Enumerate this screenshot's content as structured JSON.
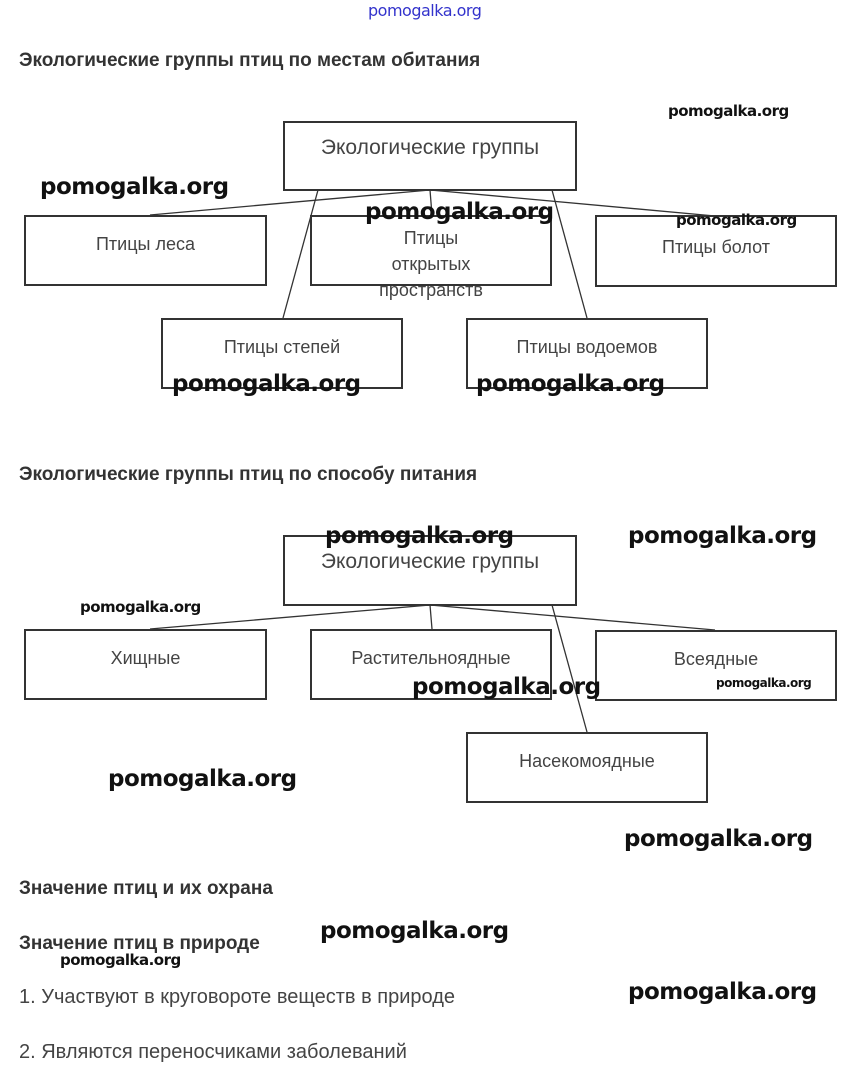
{
  "watermark_text": "pomogalka.org",
  "watermarks": [
    "pomogalka.org",
    "pomogalka.org",
    "pomogalka.org",
    "pomogalka.org",
    "pomogalka.org",
    "pomogalka.org",
    "pomogalka.org",
    "pomogalka.org",
    "pomogalka.org",
    "pomogalka.org",
    "pomogalka.org",
    "pomogalka.org",
    "pomogalka.org",
    "pomogalka.org",
    "pomogalka.org",
    "pomogalka.org",
    "pomogalka.org"
  ],
  "section1": {
    "heading": "Экологические группы птиц по местам обитания",
    "root": "Экологические группы",
    "children": [
      "Птицы леса",
      "Птицы открытых пространств",
      "Птицы болот",
      "Птицы степей",
      "Птицы водоемов"
    ]
  },
  "section2": {
    "heading": "Экологические группы птиц по способу питания",
    "root": "Экологические группы",
    "children": [
      "Хищные",
      "Растительноядные",
      "Всеядные",
      "Насекомоядные"
    ]
  },
  "section3": {
    "heading": "Значение птиц и их охрана",
    "subheading": "Значение птиц в природе",
    "items": [
      "1. Участвуют в круговороте веществ в природе",
      "2. Являются переносчиками заболеваний"
    ]
  }
}
